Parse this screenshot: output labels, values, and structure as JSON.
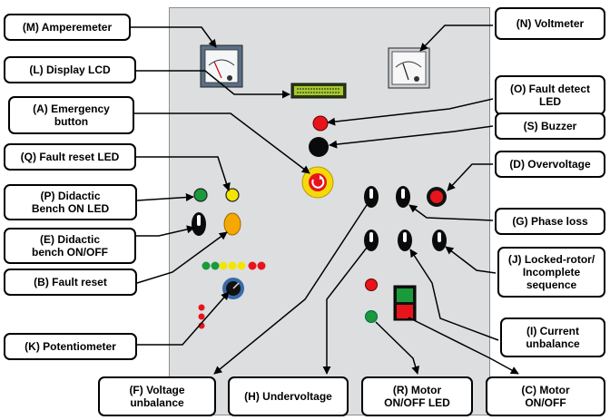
{
  "labels": {
    "M": "(M) Amperemeter",
    "L": "(L) Display LCD",
    "A": "(A)  Emergency\nbutton",
    "Q": "(Q) Fault reset LED",
    "P": "(P) Didactic\nBench ON LED",
    "E": "(E) Didactic\nbench ON/OFF",
    "B": "(B) Fault reset",
    "K": "(K) Potentiometer",
    "F": "(F) Voltage\nunbalance",
    "H": "(H) Undervoltage",
    "R": "(R) Motor\nON/OFF LED",
    "C": "(C) Motor\nON/OFF",
    "N": "(N) Voltmeter",
    "O": "(O) Fault detect\nLED",
    "S": "(S) Buzzer",
    "D": "(D) Overvoltage",
    "G": "(G) Phase loss",
    "J": "(J) Locked-rotor/\nIncomplete\nsequence",
    "I": "(I) Current\nunbalance"
  },
  "colors": {
    "panel": "#dcdee0",
    "led_red": "#e8141c",
    "led_green": "#1a9a3a",
    "led_yellow": "#f2e600",
    "emergency_yellow": "#f5d90a",
    "lcd_green": "#a8c832",
    "knob_black": "#0a0a0a",
    "fault_reset_orange": "#f5a800"
  }
}
